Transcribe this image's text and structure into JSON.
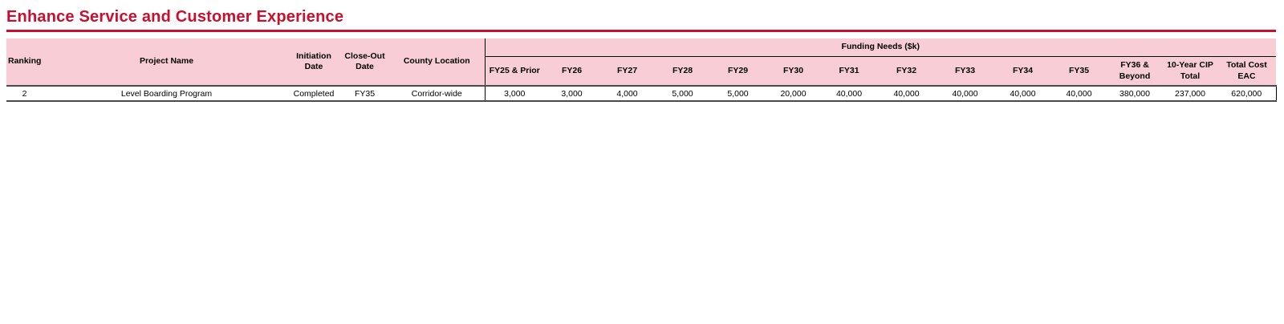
{
  "page": {
    "title": "Enhance Service and Customer Experience"
  },
  "colors": {
    "accent_red": "#C8102E",
    "header_pink": "#F8CDD6",
    "rule_gray": "#4a4a4a"
  },
  "table": {
    "funding_group_header": "Funding Needs ($k)",
    "info_columns": [
      "Ranking",
      "Project Name",
      "Initiation Date",
      "Close-Out Date",
      "County Location"
    ],
    "funding_columns": [
      "FY25 & Prior",
      "FY26",
      "FY27",
      "FY28",
      "FY29",
      "FY30",
      "FY31",
      "FY32",
      "FY33",
      "FY34",
      "FY35",
      "FY36 & Beyond",
      "10-Year CIP Total",
      "Total Cost EAC"
    ],
    "rows": [
      {
        "ranking": "2",
        "project_name": "Level Boarding Program",
        "initiation_date": "Completed",
        "close_out_date": "FY35",
        "county_location": "Corridor-wide",
        "funding_values": [
          "3,000",
          "3,000",
          "4,000",
          "5,000",
          "5,000",
          "20,000",
          "40,000",
          "40,000",
          "40,000",
          "40,000",
          "40,000",
          "380,000",
          "237,000",
          "620,000"
        ]
      }
    ]
  }
}
